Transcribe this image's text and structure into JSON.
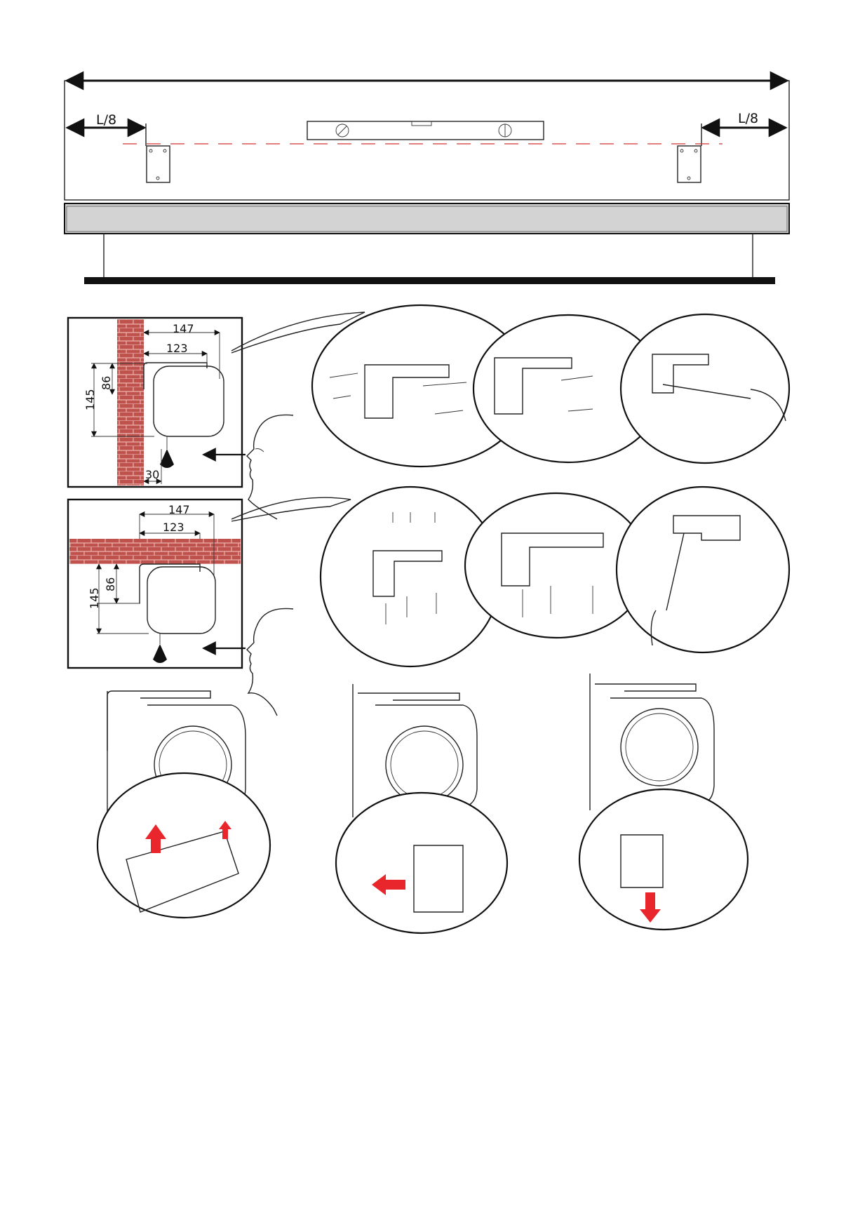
{
  "overview": {
    "left_offset_label": "L/8",
    "right_offset_label": "L/8"
  },
  "wall_mount": {
    "dim_depth_total": "147",
    "dim_depth_inner": "123",
    "dim_height_total": "145",
    "dim_height_bracket": "86",
    "dim_wall_gap": "30"
  },
  "ceiling_mount": {
    "dim_depth_total": "147",
    "dim_depth_inner": "123",
    "dim_height_total": "145",
    "dim_height_bracket": "86"
  },
  "colors": {
    "arrow_red": "#e8262b",
    "brick": "#c0524e",
    "mortar": "#e8b3ae",
    "housing_grey": "#d3d3d3"
  }
}
